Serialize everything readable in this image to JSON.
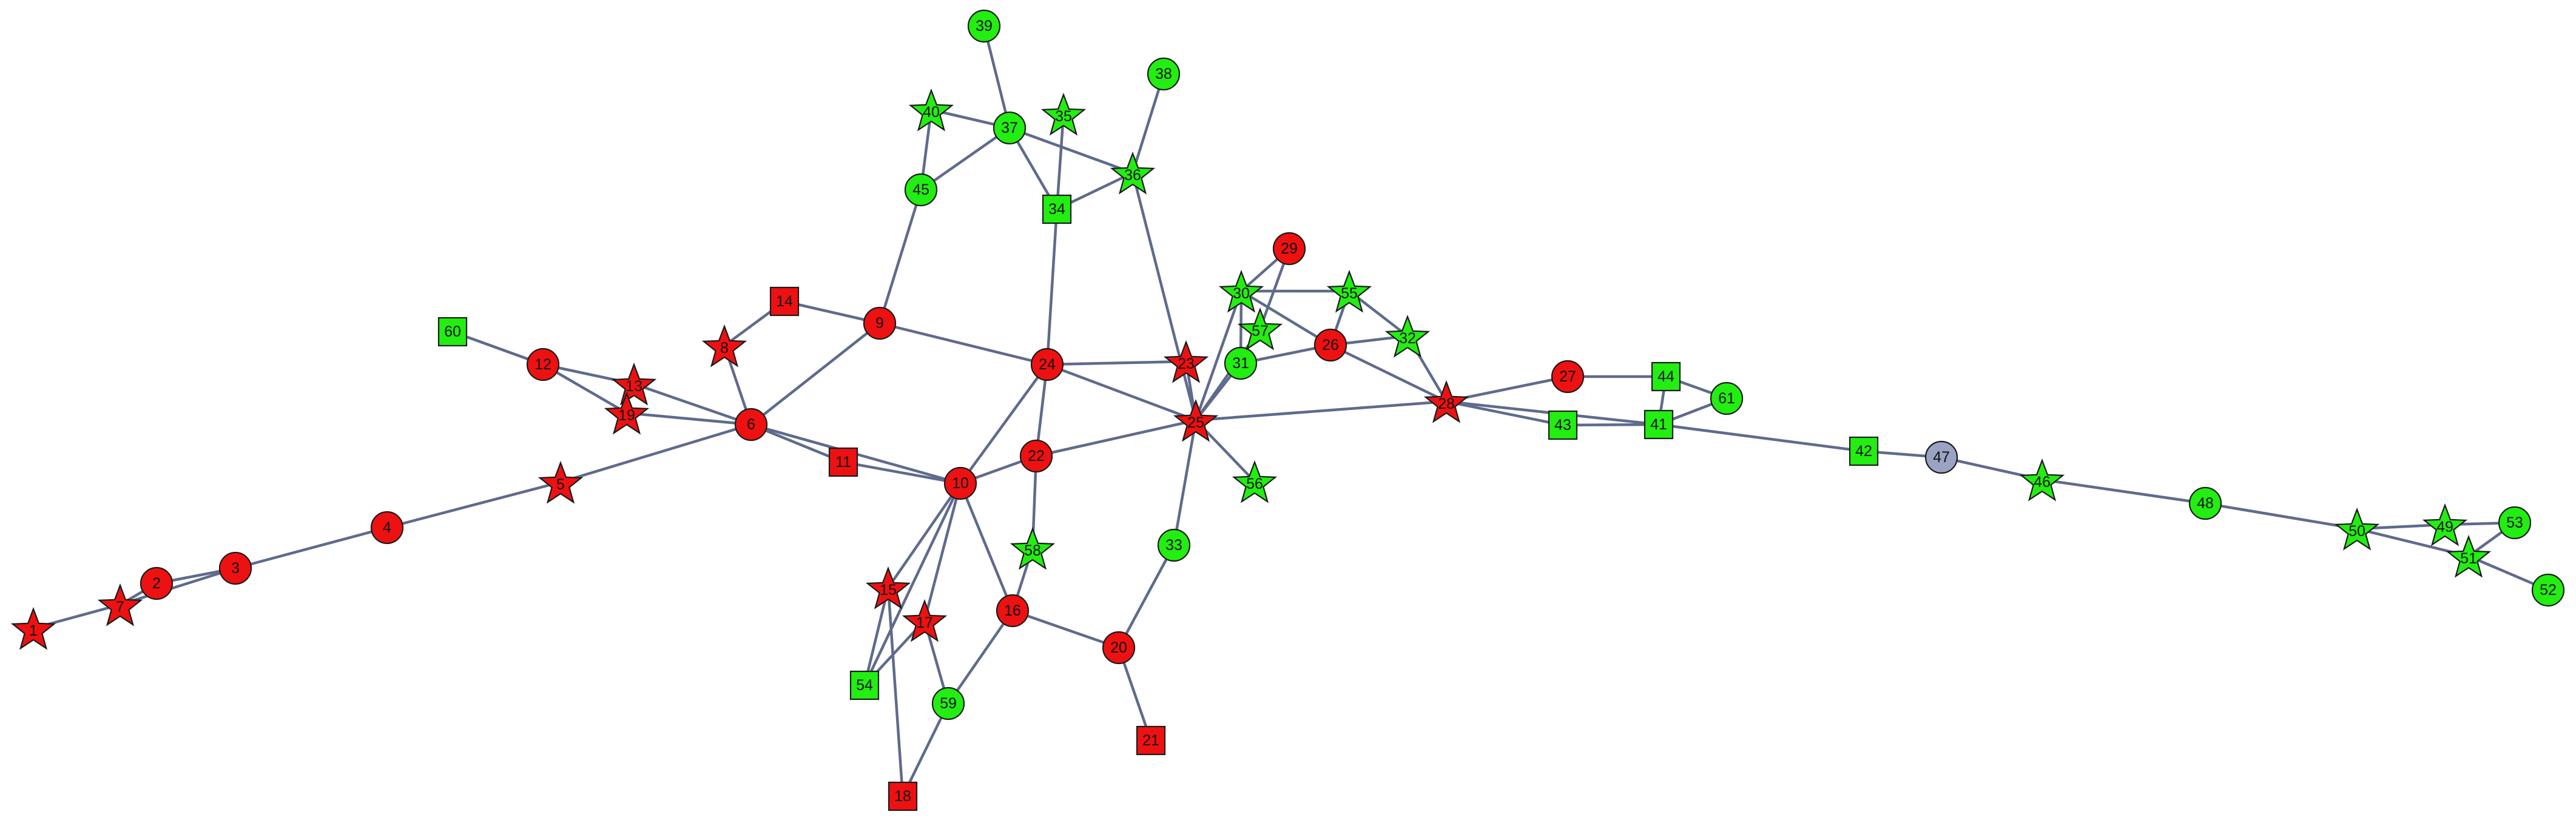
{
  "colors": {
    "red": "#ee1111",
    "green": "#22ee11",
    "gray": "#9aa3c4",
    "edge": "#5f6b8c"
  },
  "nodes": [
    {
      "id": "1",
      "label": "1",
      "shape": "star",
      "color": "red"
    },
    {
      "id": "2",
      "label": "2",
      "shape": "circle",
      "color": "red"
    },
    {
      "id": "3",
      "label": "3",
      "shape": "circle",
      "color": "red"
    },
    {
      "id": "4",
      "label": "4",
      "shape": "circle",
      "color": "red"
    },
    {
      "id": "5",
      "label": "5",
      "shape": "star",
      "color": "red"
    },
    {
      "id": "6",
      "label": "6",
      "shape": "circle",
      "color": "red"
    },
    {
      "id": "7",
      "label": "7",
      "shape": "star",
      "color": "red"
    },
    {
      "id": "8",
      "label": "8",
      "shape": "star",
      "color": "red"
    },
    {
      "id": "9",
      "label": "9",
      "shape": "circle",
      "color": "red"
    },
    {
      "id": "10",
      "label": "10",
      "shape": "circle",
      "color": "red"
    },
    {
      "id": "11",
      "label": "11",
      "shape": "square",
      "color": "red"
    },
    {
      "id": "12",
      "label": "12",
      "shape": "circle",
      "color": "red"
    },
    {
      "id": "13",
      "label": "13",
      "shape": "star",
      "color": "red"
    },
    {
      "id": "14",
      "label": "14",
      "shape": "square",
      "color": "red"
    },
    {
      "id": "15",
      "label": "15",
      "shape": "star",
      "color": "red"
    },
    {
      "id": "16",
      "label": "16",
      "shape": "circle",
      "color": "red"
    },
    {
      "id": "17",
      "label": "17",
      "shape": "star",
      "color": "red"
    },
    {
      "id": "18",
      "label": "18",
      "shape": "square",
      "color": "red"
    },
    {
      "id": "19",
      "label": "19",
      "shape": "star",
      "color": "red"
    },
    {
      "id": "20",
      "label": "20",
      "shape": "circle",
      "color": "red"
    },
    {
      "id": "21",
      "label": "21",
      "shape": "square",
      "color": "red"
    },
    {
      "id": "22",
      "label": "22",
      "shape": "circle",
      "color": "red"
    },
    {
      "id": "23",
      "label": "23",
      "shape": "star",
      "color": "red"
    },
    {
      "id": "24",
      "label": "24",
      "shape": "circle",
      "color": "red"
    },
    {
      "id": "25",
      "label": "25",
      "shape": "star",
      "color": "red"
    },
    {
      "id": "26",
      "label": "26",
      "shape": "circle",
      "color": "red"
    },
    {
      "id": "27",
      "label": "27",
      "shape": "circle",
      "color": "red"
    },
    {
      "id": "28",
      "label": "28",
      "shape": "star",
      "color": "red"
    },
    {
      "id": "29",
      "label": "29",
      "shape": "circle",
      "color": "red"
    },
    {
      "id": "30",
      "label": "30",
      "shape": "star",
      "color": "green"
    },
    {
      "id": "31",
      "label": "31",
      "shape": "circle",
      "color": "green"
    },
    {
      "id": "32",
      "label": "32",
      "shape": "star",
      "color": "green"
    },
    {
      "id": "33",
      "label": "33",
      "shape": "circle",
      "color": "green"
    },
    {
      "id": "34",
      "label": "34",
      "shape": "square",
      "color": "green"
    },
    {
      "id": "35",
      "label": "35",
      "shape": "star",
      "color": "green"
    },
    {
      "id": "36",
      "label": "36",
      "shape": "star",
      "color": "green"
    },
    {
      "id": "37",
      "label": "37",
      "shape": "circle",
      "color": "green"
    },
    {
      "id": "38",
      "label": "38",
      "shape": "circle",
      "color": "green"
    },
    {
      "id": "39",
      "label": "39",
      "shape": "circle",
      "color": "green"
    },
    {
      "id": "40",
      "label": "40",
      "shape": "star",
      "color": "green"
    },
    {
      "id": "41",
      "label": "41",
      "shape": "square",
      "color": "green"
    },
    {
      "id": "42",
      "label": "42",
      "shape": "square",
      "color": "green"
    },
    {
      "id": "43",
      "label": "43",
      "shape": "square",
      "color": "green"
    },
    {
      "id": "44",
      "label": "44",
      "shape": "square",
      "color": "green"
    },
    {
      "id": "45",
      "label": "45",
      "shape": "circle",
      "color": "green"
    },
    {
      "id": "46",
      "label": "46",
      "shape": "star",
      "color": "green"
    },
    {
      "id": "47",
      "label": "47",
      "shape": "circle",
      "color": "gray"
    },
    {
      "id": "48",
      "label": "48",
      "shape": "circle",
      "color": "green"
    },
    {
      "id": "49",
      "label": "49",
      "shape": "star",
      "color": "green"
    },
    {
      "id": "50",
      "label": "50",
      "shape": "star",
      "color": "green"
    },
    {
      "id": "51",
      "label": "51",
      "shape": "star",
      "color": "green"
    },
    {
      "id": "52",
      "label": "52",
      "shape": "circle",
      "color": "green"
    },
    {
      "id": "53",
      "label": "53",
      "shape": "circle",
      "color": "green"
    },
    {
      "id": "54",
      "label": "54",
      "shape": "square",
      "color": "green"
    },
    {
      "id": "55",
      "label": "55",
      "shape": "star",
      "color": "green"
    },
    {
      "id": "56",
      "label": "56",
      "shape": "star",
      "color": "green"
    },
    {
      "id": "57",
      "label": "57",
      "shape": "star",
      "color": "green"
    },
    {
      "id": "58",
      "label": "58",
      "shape": "star",
      "color": "green"
    },
    {
      "id": "59",
      "label": "59",
      "shape": "circle",
      "color": "green"
    },
    {
      "id": "60",
      "label": "60",
      "shape": "square",
      "color": "green"
    },
    {
      "id": "61",
      "label": "61",
      "shape": "circle",
      "color": "green"
    }
  ],
  "edges": [
    [
      "1",
      "7"
    ],
    [
      "7",
      "2"
    ],
    [
      "7",
      "3"
    ],
    [
      "2",
      "3"
    ],
    [
      "3",
      "4"
    ],
    [
      "4",
      "5"
    ],
    [
      "5",
      "6"
    ],
    [
      "60",
      "12"
    ],
    [
      "12",
      "13"
    ],
    [
      "12",
      "19"
    ],
    [
      "13",
      "6"
    ],
    [
      "19",
      "6"
    ],
    [
      "8",
      "6"
    ],
    [
      "8",
      "14"
    ],
    [
      "14",
      "9"
    ],
    [
      "9",
      "6"
    ],
    [
      "6",
      "11"
    ],
    [
      "6",
      "10"
    ],
    [
      "11",
      "10"
    ],
    [
      "9",
      "45"
    ],
    [
      "9",
      "24"
    ],
    [
      "45",
      "37"
    ],
    [
      "45",
      "40"
    ],
    [
      "40",
      "37"
    ],
    [
      "39",
      "37"
    ],
    [
      "37",
      "34"
    ],
    [
      "37",
      "36"
    ],
    [
      "35",
      "34"
    ],
    [
      "34",
      "36"
    ],
    [
      "38",
      "36"
    ],
    [
      "34",
      "24"
    ],
    [
      "36",
      "25"
    ],
    [
      "24",
      "10"
    ],
    [
      "24",
      "22"
    ],
    [
      "24",
      "23"
    ],
    [
      "24",
      "25"
    ],
    [
      "10",
      "22"
    ],
    [
      "22",
      "25"
    ],
    [
      "22",
      "58"
    ],
    [
      "58",
      "16"
    ],
    [
      "10",
      "16"
    ],
    [
      "10",
      "17"
    ],
    [
      "10",
      "15"
    ],
    [
      "10",
      "54"
    ],
    [
      "17",
      "54"
    ],
    [
      "17",
      "59"
    ],
    [
      "59",
      "16"
    ],
    [
      "59",
      "18"
    ],
    [
      "18",
      "15"
    ],
    [
      "15",
      "54"
    ],
    [
      "16",
      "20"
    ],
    [
      "20",
      "21"
    ],
    [
      "20",
      "33"
    ],
    [
      "33",
      "25"
    ],
    [
      "25",
      "56"
    ],
    [
      "25",
      "23"
    ],
    [
      "25",
      "30"
    ],
    [
      "25",
      "31"
    ],
    [
      "25",
      "57"
    ],
    [
      "25",
      "28"
    ],
    [
      "29",
      "30"
    ],
    [
      "29",
      "57"
    ],
    [
      "30",
      "26"
    ],
    [
      "30",
      "55"
    ],
    [
      "30",
      "31"
    ],
    [
      "31",
      "26"
    ],
    [
      "26",
      "55"
    ],
    [
      "26",
      "32"
    ],
    [
      "55",
      "32"
    ],
    [
      "32",
      "28"
    ],
    [
      "26",
      "28"
    ],
    [
      "28",
      "27"
    ],
    [
      "28",
      "43"
    ],
    [
      "28",
      "41"
    ],
    [
      "27",
      "44"
    ],
    [
      "44",
      "41"
    ],
    [
      "44",
      "61"
    ],
    [
      "43",
      "41"
    ],
    [
      "41",
      "61"
    ],
    [
      "41",
      "42"
    ],
    [
      "42",
      "47"
    ],
    [
      "47",
      "46"
    ],
    [
      "46",
      "48"
    ],
    [
      "48",
      "50"
    ],
    [
      "50",
      "49"
    ],
    [
      "49",
      "53"
    ],
    [
      "50",
      "51"
    ],
    [
      "51",
      "53"
    ],
    [
      "51",
      "52"
    ]
  ]
}
